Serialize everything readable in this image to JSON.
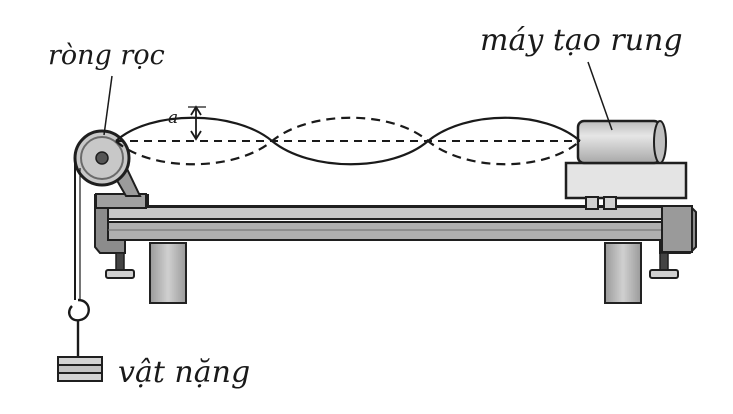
{
  "labels": {
    "pulley": "ròng rọc",
    "vibrator": "máy tạo rung",
    "weight": "vật nặng",
    "amplitude": "a"
  },
  "colors": {
    "ink": "#1a1a1a",
    "metal_light": "#d9d9d9",
    "metal_mid": "#bdbdbd",
    "metal_dark": "#8a8a8a",
    "vibrator_body": "#cfcfcf"
  }
}
